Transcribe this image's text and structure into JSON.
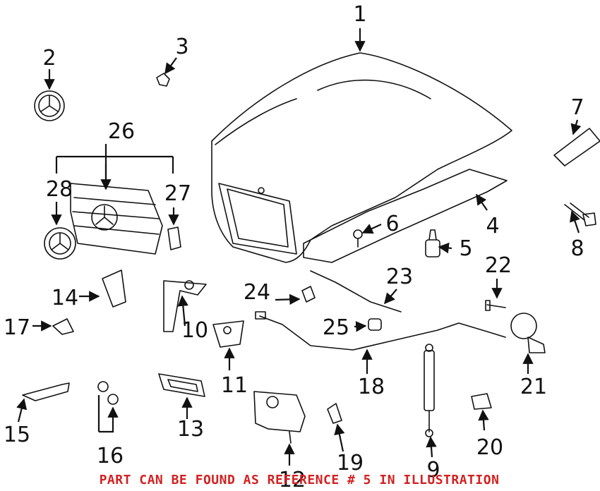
{
  "diagram": {
    "callouts": [
      "1",
      "2",
      "3",
      "4",
      "5",
      "6",
      "7",
      "8",
      "9",
      "10",
      "11",
      "12",
      "13",
      "14",
      "15",
      "16",
      "17",
      "18",
      "19",
      "20",
      "21",
      "22",
      "23",
      "24",
      "25",
      "26",
      "27",
      "28"
    ]
  },
  "footer": {
    "note": "PART CAN BE FOUND AS REFERENCE # 5 IN ILLUSTRATION",
    "note_color": "#d42020"
  }
}
